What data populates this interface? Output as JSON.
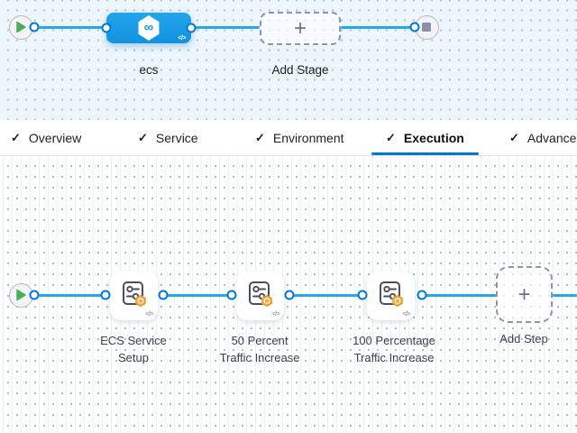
{
  "icons": {
    "check": "✓",
    "plus": "+",
    "code": "</>",
    "infinity": "∞"
  },
  "stage_pipeline": {
    "node": {
      "label": "ecs"
    },
    "add_stage": {
      "label": "Add Stage"
    }
  },
  "tabs": {
    "active": "Execution",
    "items": [
      {
        "label": "Overview"
      },
      {
        "label": "Service"
      },
      {
        "label": "Environment"
      },
      {
        "label": "Execution"
      },
      {
        "label": "Advanced"
      }
    ]
  },
  "execution_pipeline": {
    "steps": [
      {
        "lines": [
          "ECS Service",
          "Setup"
        ]
      },
      {
        "lines": [
          "50 Percent",
          "Traffic Increase"
        ]
      },
      {
        "lines": [
          "100 Percentage",
          "Traffic Increase"
        ]
      }
    ],
    "add_step": {
      "label": "Add Step"
    }
  },
  "colors": {
    "accent_blue": "#0278d5",
    "connector_blue": "#27a8ec",
    "node_blue": "#1292dd",
    "badge_orange": "#ef9b2d",
    "play_green": "#4caf57",
    "canvas_top_bg": "#edf6fb"
  }
}
